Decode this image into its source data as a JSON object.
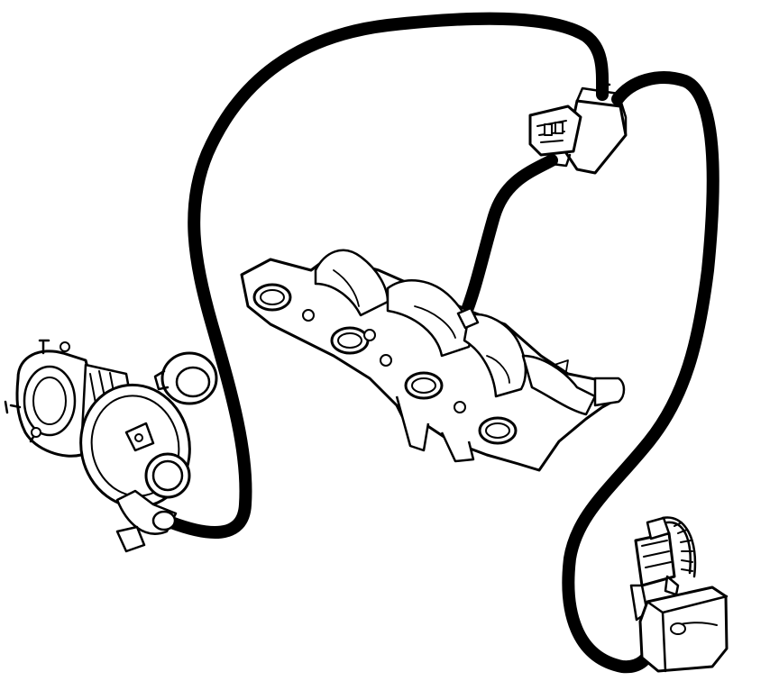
{
  "diagram": {
    "background": "#ffffff",
    "line_color": "#000000",
    "components": [
      {
        "id": "turbocharger",
        "icon": "turbocharger-icon"
      },
      {
        "id": "intake-manifold",
        "icon": "intake-manifold-icon"
      },
      {
        "id": "solenoid-valve",
        "icon": "solenoid-valve-icon"
      },
      {
        "id": "pressure-actuator",
        "icon": "pressure-actuator-icon"
      }
    ],
    "hoses": [
      {
        "id": "hose-turbo-to-valve"
      },
      {
        "id": "hose-valve-to-manifold"
      },
      {
        "id": "hose-valve-to-actuator"
      }
    ]
  }
}
